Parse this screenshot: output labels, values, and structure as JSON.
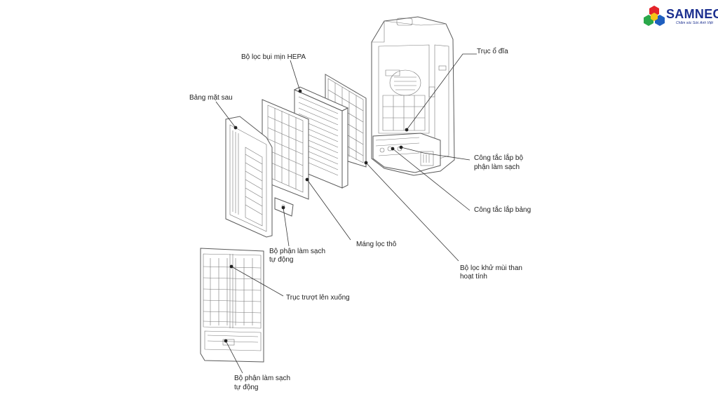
{
  "brand": {
    "name": "SAMNEC",
    "slogan": "Chăm sóc Sức Anh Việt",
    "colors": {
      "text": "#1b2f8f",
      "red": "#e4242b",
      "yellow": "#f5c518",
      "green": "#2aa84a",
      "blue": "#1f5fbf"
    }
  },
  "labels": {
    "truc_o_dia": "Trục ổ đĩa",
    "hepa": "Bộ lọc bụi mịn HEPA",
    "bang_mat_sau": "Bảng mặt sau",
    "cong_tac_lap_bo_1": "Công tắc lắp bộ",
    "cong_tac_lap_bo_2": "phận làm sạch",
    "cong_tac_lap_bang": "Công tắc lắp bảng",
    "mang_loc_tho": "Máng lọc thô",
    "bo_phan_lam_sach_1a": "Bộ phận làm sạch",
    "bo_phan_lam_sach_1b": "tự động",
    "bo_loc_khu_mui_1": "Bộ lọc khử mùi than",
    "bo_loc_khu_mui_2": "hoạt tính",
    "truc_truot": "Trục trượt lên xuống",
    "bo_phan_lam_sach_2a": "Bộ phận làm sạch",
    "bo_phan_lam_sach_2b": "tự động"
  }
}
